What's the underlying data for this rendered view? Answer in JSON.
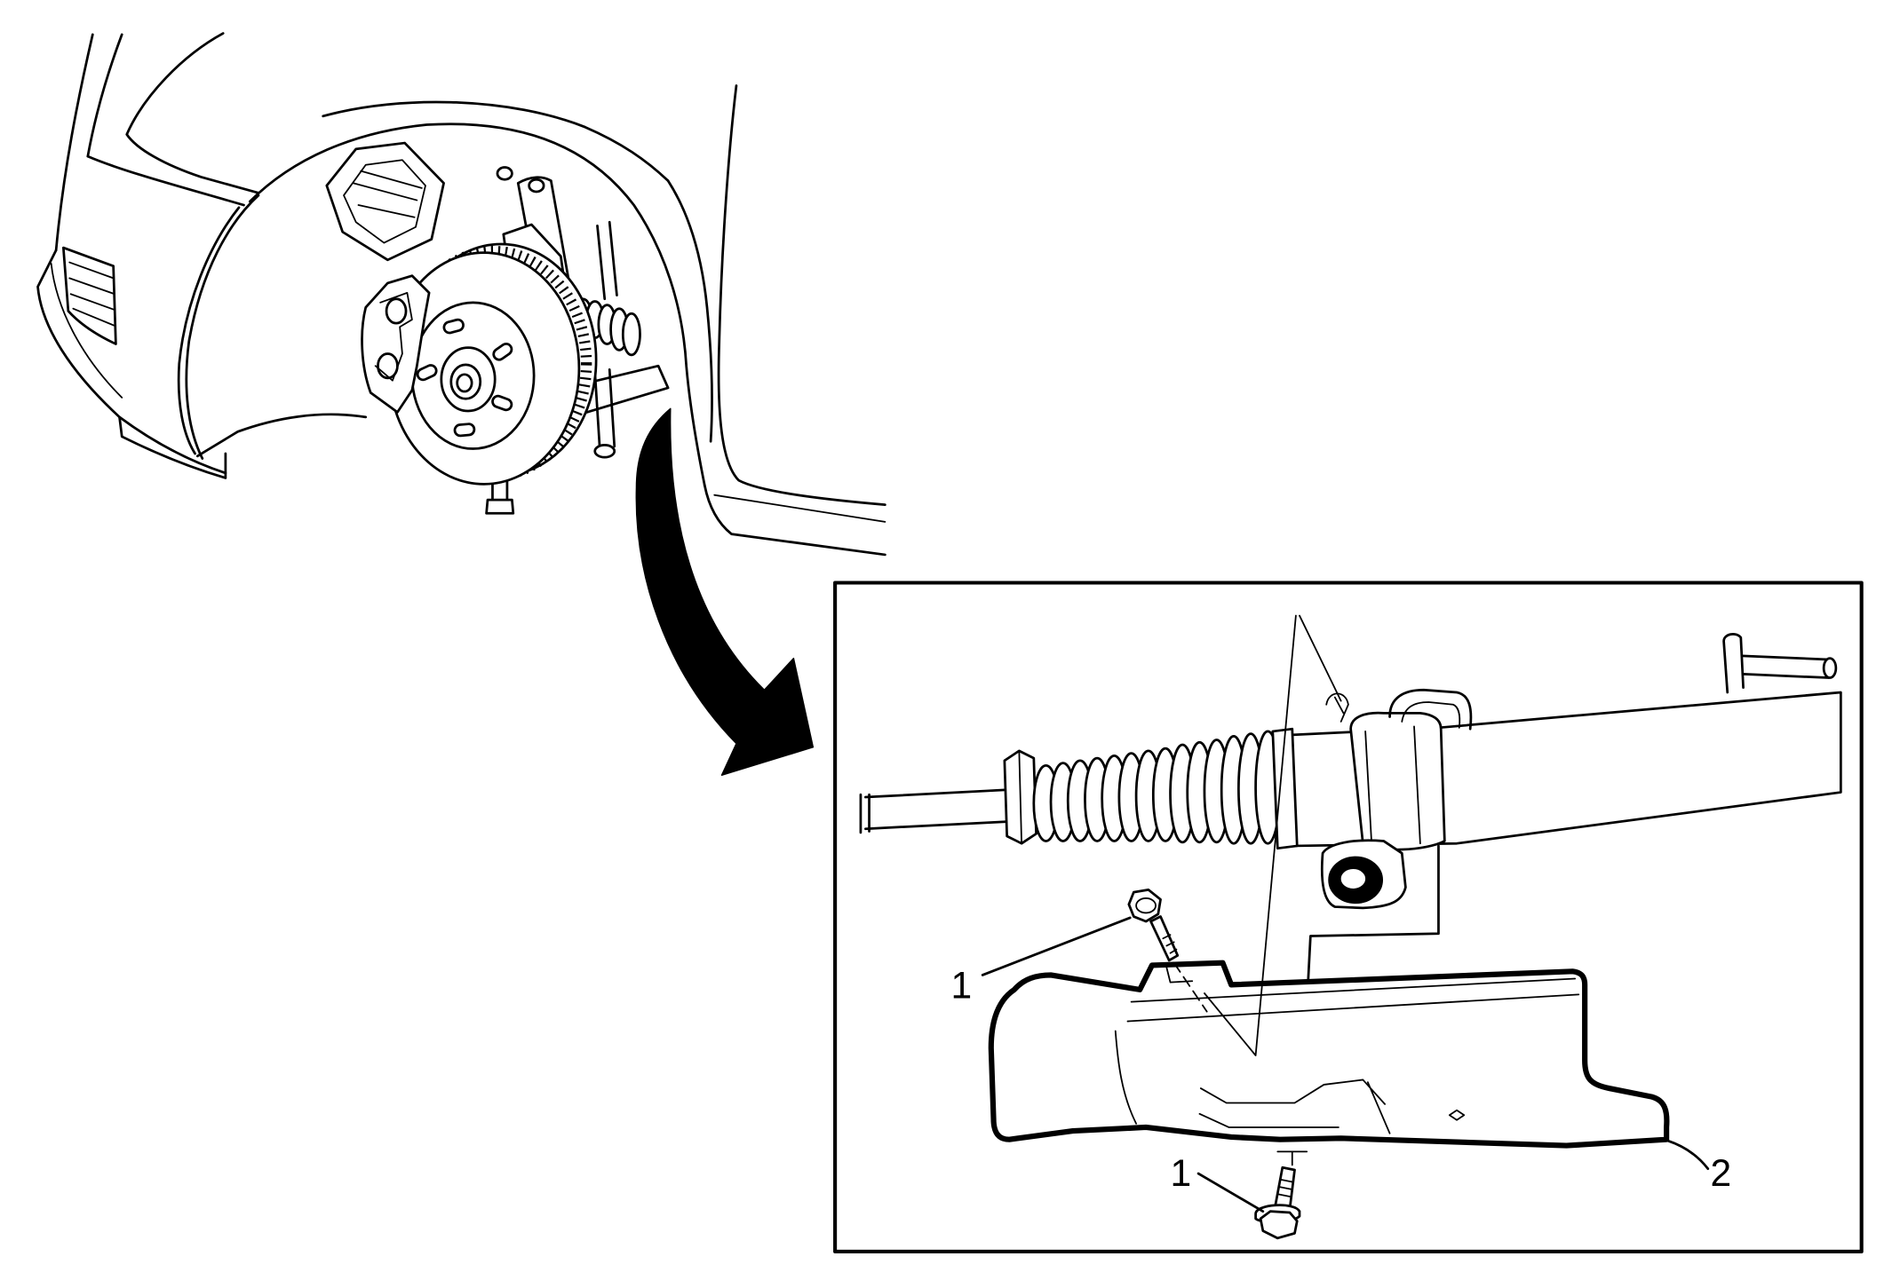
{
  "callouts": [
    {
      "label": "1"
    },
    {
      "label": "1"
    },
    {
      "label": "2"
    }
  ],
  "colors": {
    "line": "#000000",
    "background": "#ffffff"
  }
}
